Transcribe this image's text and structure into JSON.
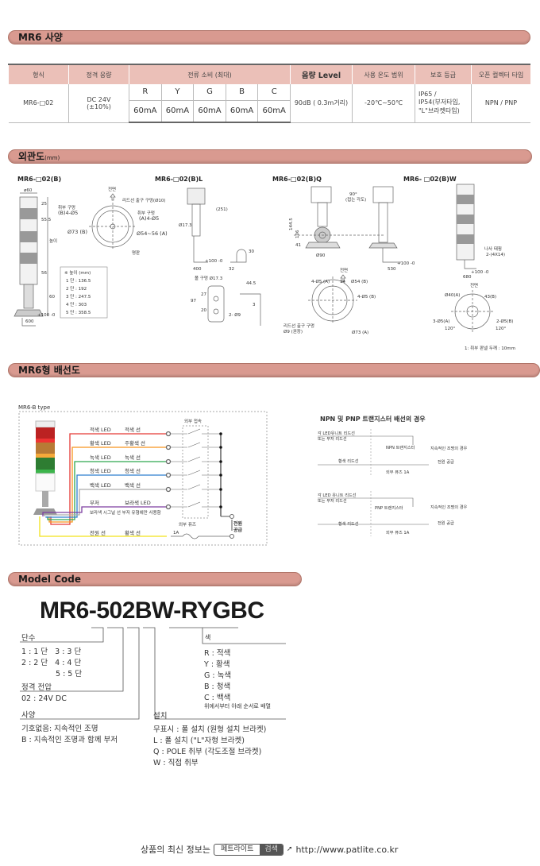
{
  "sections": {
    "spec": "MR6 사양",
    "dims": "외관도",
    "dims_unit": "(mm)",
    "wiring": "MR6형 배선도",
    "model": "Model Code"
  },
  "spec_table": {
    "headers": [
      "형식",
      "정격 응량",
      "전류 소비 (최대)",
      "음량 Level",
      "사용 온도 범위",
      "보호 등급",
      "오픈 컬렉터 타입"
    ],
    "model": "MR6-□02",
    "voltage": "DC 24V",
    "voltage_tol": "(±10%)",
    "colors": [
      "R",
      "Y",
      "G",
      "B",
      "C"
    ],
    "currents": [
      "60mA",
      "60mA",
      "60mA",
      "60mA",
      "60mA"
    ],
    "volume": "90dB ( 0.3m거리)",
    "temp": "-20℃~50℃",
    "protection": [
      "IP65 /",
      "IP54(부저타입,",
      "\"L\"브라켓타입)"
    ],
    "oc_type": "NPN / PNP"
  },
  "dims": {
    "titles": [
      "MR6-□02(B)",
      "MR6-□02(B)L",
      "MR6-□02(B)Q",
      "MR6- □02(B)W"
    ],
    "a": {
      "dia": "ø60",
      "d1": "25",
      "d2": "55.5",
      "h": "높이",
      "d3": "56",
      "d4": "60",
      "cable": "600",
      "tol": "+100 -0",
      "front": "전면",
      "lead_hole": "리드선 출구 구멍(Ø10)",
      "hole_b1": "취부 구멍",
      "hole_b2": "(B)4-Ø5",
      "hole_a1": "취부 구멍",
      "hole_a2": "(A)4-Ø5",
      "d73": "Ø73 (B)",
      "d54": "Ø54~56 (A)",
      "plate": "명판",
      "height_title": "※ 높이 (mm)",
      "heights": [
        "1 단 : 136.5",
        "2 단 : 192",
        "3 단 : 247.5",
        "4 단 : 303",
        "5 단 : 358.5"
      ]
    },
    "l": {
      "d173": "Ø17.3",
      "d251": "(251)",
      "cable": "400",
      "tol": "+100 -0",
      "w30": "30",
      "h32": "32",
      "pole_hole": "폴 구멍 Ø17.3",
      "w445": "44.5",
      "h97": "97",
      "h27": "27",
      "h20": "20",
      "holes": "2- Ø9",
      "t3": "3"
    },
    "q": {
      "angle1": "90°",
      "angle2": "(접는 각도)",
      "h1445": "144.5",
      "h106": "106",
      "h41": "41",
      "d90": "Ø90",
      "cable": "530",
      "tol": "+100 -0",
      "front": "전면",
      "h4a": "4-Ø5 (A)",
      "w14": "14",
      "d54b": "Ø54 (B)",
      "h4b": "4-Ø5 (B)",
      "lead1": "리드선 출구 구멍",
      "lead2": "Ø9 (권장)",
      "d73a": "Ø73 (A)"
    },
    "w": {
      "screw1": "나사 태핑",
      "screw2": "2-(4X14)",
      "cable": "680",
      "tol": "+100 -0",
      "front": "전면",
      "d40": "Ø40(A)",
      "d43": "43(B)",
      "h3": "3-Ø5(A)",
      "h2": "2-Ø5(B)",
      "a1": "120°",
      "a2": "120°",
      "note": "1: 취부 판넬 두께 : 10mm"
    }
  },
  "wiring": {
    "type_label": "MR6-B type",
    "ext_contact": "외부 접속",
    "rows": [
      {
        "led": "적색 LED",
        "wire": "적색 선",
        "color": "#e53935"
      },
      {
        "led": "황색 LED",
        "wire": "주황색 선",
        "color": "#f7941d"
      },
      {
        "led": "녹색 LED",
        "wire": "녹색 선",
        "color": "#2fa84f"
      },
      {
        "led": "청색 LED",
        "wire": "청색 선",
        "color": "#2f7fcf"
      },
      {
        "led": "백색 LED",
        "wire": "백색 선",
        "color": "#aaaaaa"
      },
      {
        "led": "부저",
        "wire": "보라색 LED",
        "color": "#7d3fa0"
      }
    ],
    "buzzer_note": "보라색 시그널 선 부저 유형에만 사용함",
    "power_wire": "전원 선",
    "power_color_label": "황색 선",
    "power_color": "#f2e21a",
    "fuse": "외부 퓨즈",
    "fuse_rating": "1A",
    "supply1": "전원",
    "supply2": "공급",
    "tr_title": "NPN 및 PNP 트랜지스터 배선의 경우",
    "npn": {
      "lead1": "각 LED유니트 리드선",
      "lead2": "또는 부저 리드선",
      "tr": "NPN 트랜지스터",
      "cont": "지속적인 조명의 경우",
      "yellow": "황색 리드선",
      "supply": "전원 공급",
      "fuse": "외부 퓨즈 1A"
    },
    "pnp": {
      "lead1": "각 LED 유니트 리드선",
      "lead2": "또는 부저 리드선",
      "tr": "PNP 트랜지스터",
      "cont": "지속적인 조명의 경우",
      "yellow": "황색 리드선",
      "supply": "전원 공급",
      "fuse": "외부 퓨즈 1A"
    }
  },
  "model_code": {
    "code": "MR6-502BW-RYGBC",
    "tiers_label": "단수",
    "tiers": [
      "1 : 1 단   3 : 3 단",
      "2 : 2 단   4 : 4 단",
      "5 : 5 단"
    ],
    "voltage_label": "정격 전압",
    "voltage": "02 : 24V DC",
    "spec_label": "사양",
    "spec": [
      "기호없음: 지속적인 조명",
      "B : 지속적인 조명과 함께 부저"
    ],
    "color_label": "색",
    "colors": [
      "R : 적색",
      "Y : 황색",
      "G : 녹색",
      "B : 청색",
      "C : 백색"
    ],
    "color_note": "위에서부터 아래 순서로 배열",
    "mount_label": "설치",
    "mounts": [
      "무표시 : 폴 설치 (원형 설치 브라켓)",
      "L : 폴 설치 (\"L\"자형 브라켓)",
      "Q : POLE 취부 (각도조절 브라켓)",
      "W : 직접 취부"
    ]
  },
  "footer": {
    "text": "상품의 최신 정보는",
    "search_query": "페트라이트",
    "search_button": "검색",
    "url": "http://www.patlite.co.kr"
  }
}
